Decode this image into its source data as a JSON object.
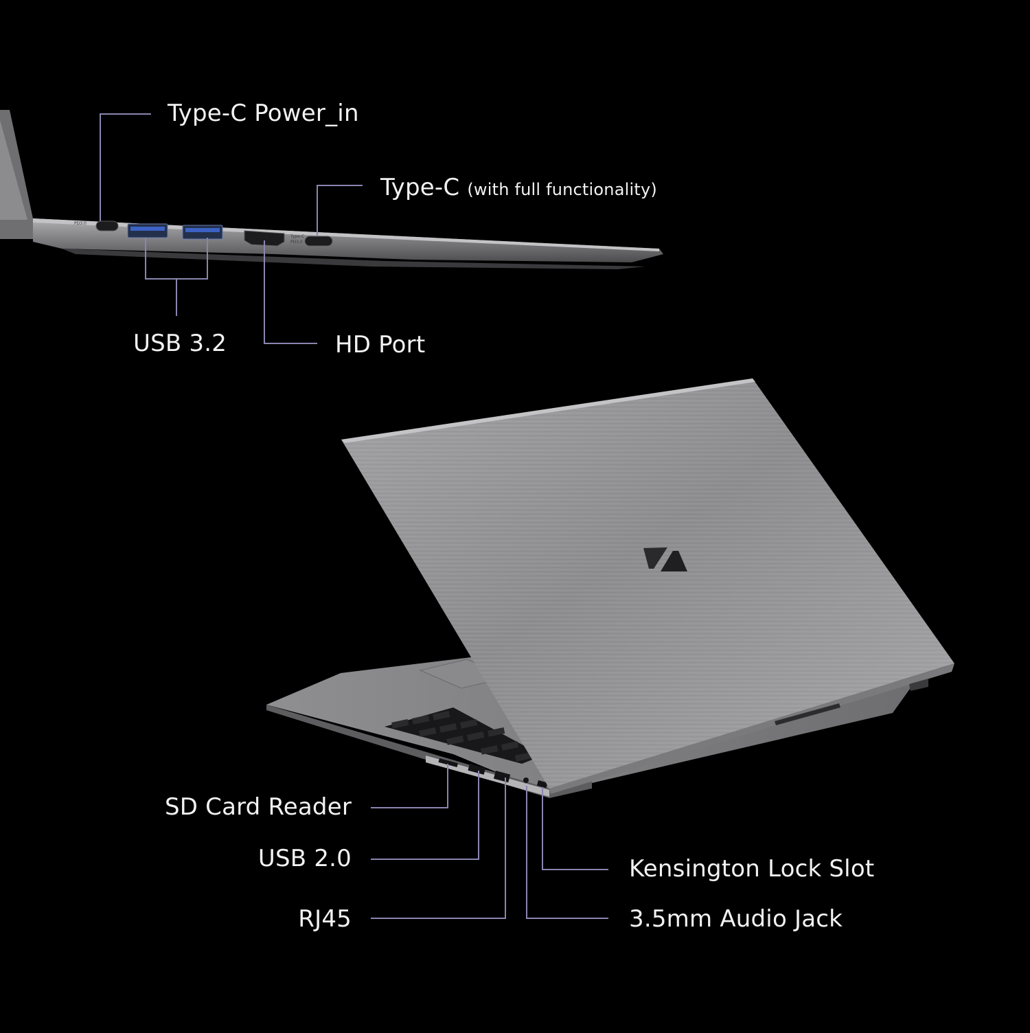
{
  "colors": {
    "background": "#000000",
    "label_text": "#f2f2f2",
    "callout_line": "#8a86b0",
    "laptop_silver": "#9a9a9c",
    "laptop_dark": "#4a4a4c"
  },
  "logo": {
    "icon": "z-brand-logo-icon"
  },
  "side_view_labels": {
    "type_c_power": "Type-C Power_in",
    "type_c_full": "Type-C",
    "type_c_full_note": "(with full functionality)",
    "usb32": "USB 3.2",
    "hd_port": "HD Port"
  },
  "rear_view_labels": {
    "sd_card": "SD Card Reader",
    "usb20": "USB 2.0",
    "rj45": "RJ45",
    "kensington": "Kensington Lock Slot",
    "audio_jack": "3.5mm Audio Jack"
  }
}
